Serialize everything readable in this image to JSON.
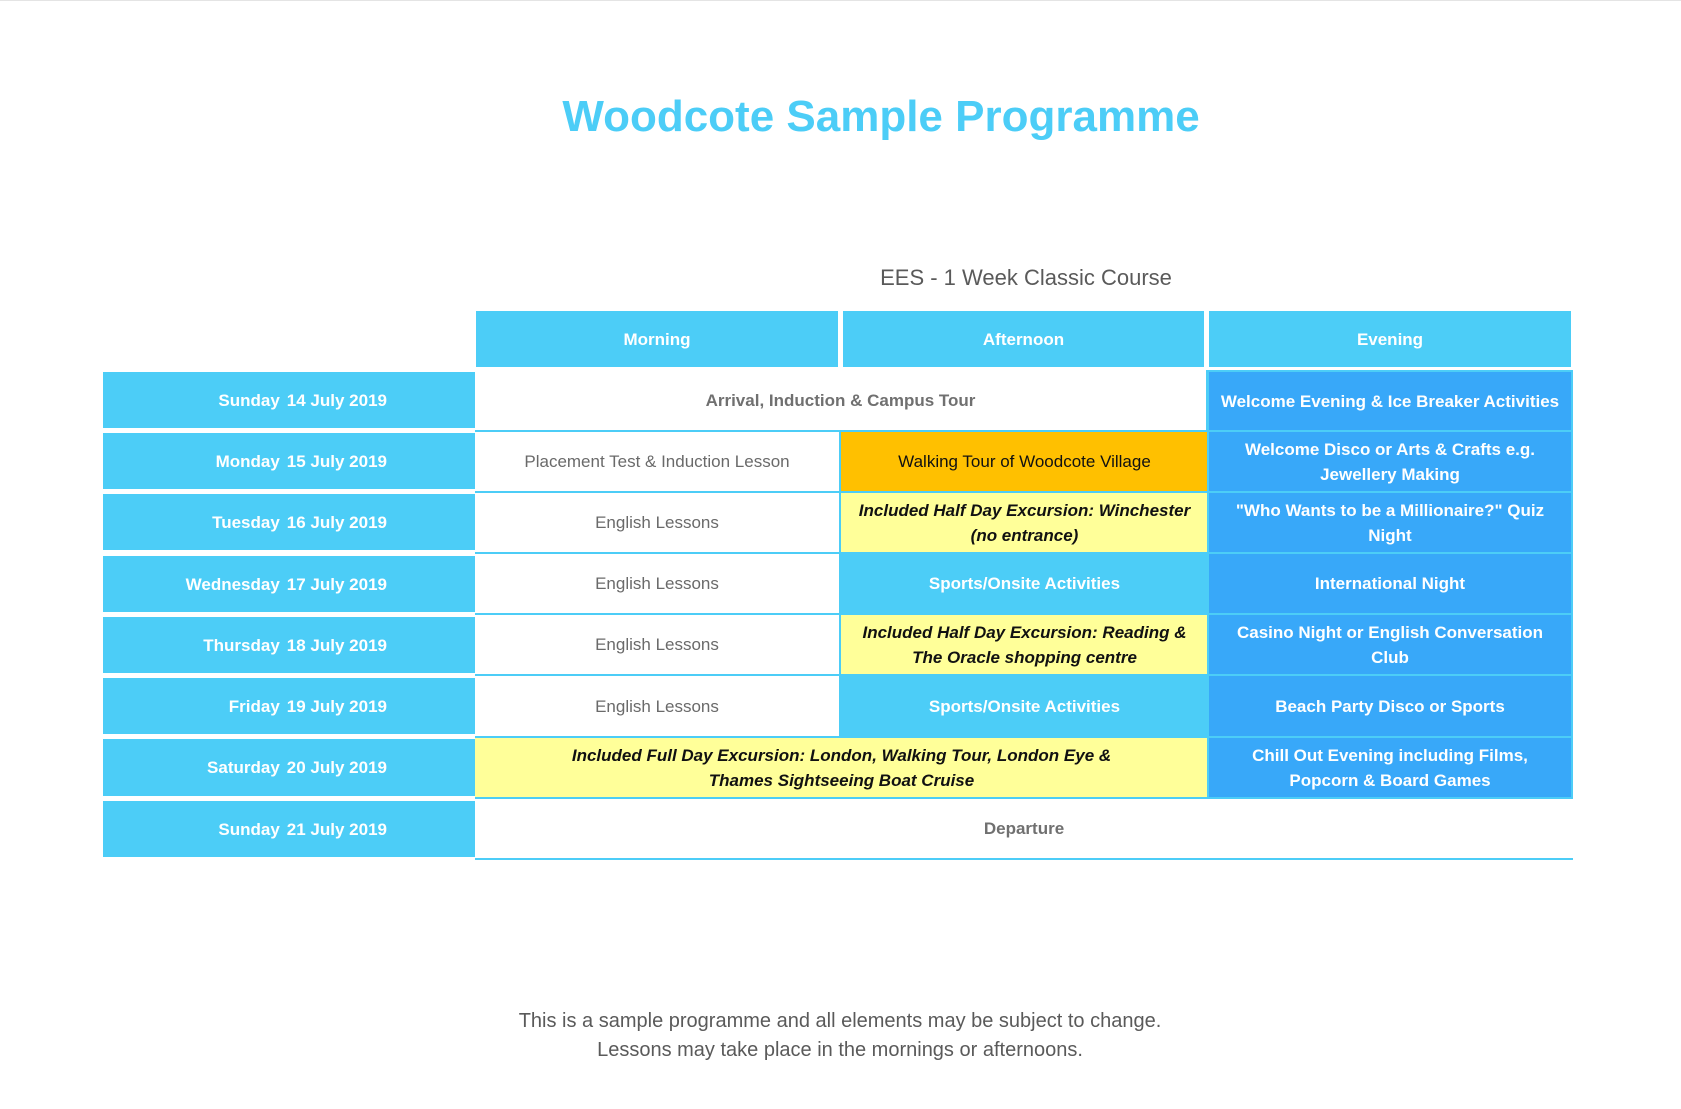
{
  "title": "Woodcote Sample Programme",
  "course_title": "EES - 1 Week Classic Course",
  "columns": [
    "Morning",
    "Afternoon",
    "Evening"
  ],
  "days": [
    {
      "day": "Sunday",
      "date": "14 July 2019"
    },
    {
      "day": "Monday",
      "date": "15 July 2019"
    },
    {
      "day": "Tuesday",
      "date": "16 July 2019"
    },
    {
      "day": "Wednesday",
      "date": "17 July 2019"
    },
    {
      "day": "Thursday",
      "date": "18 July 2019"
    },
    {
      "day": "Friday",
      "date": "19 July 2019"
    },
    {
      "day": "Saturday",
      "date": "20 July 2019"
    },
    {
      "day": "Sunday",
      "date": "21 July 2019"
    }
  ],
  "activities": {
    "sun14_morning_afternoon": "Arrival, Induction & Campus Tour",
    "sun14_evening": "Welcome Evening & Ice Breaker Activities",
    "mon15_morning": "Placement Test & Induction Lesson",
    "mon15_afternoon": "Walking Tour of Woodcote Village",
    "mon15_evening": "Welcome Disco or Arts & Crafts e.g. Jewellery Making",
    "tue16_morning": "English Lessons",
    "tue16_afternoon": "Included Half Day Excursion: Winchester (no entrance)",
    "tue16_evening": "\"Who Wants to be a Millionaire?\" Quiz Night",
    "wed17_morning": "English Lessons",
    "wed17_afternoon": "Sports/Onsite Activities",
    "wed17_evening": "International Night",
    "thu18_morning": "English Lessons",
    "thu18_afternoon": "Included Half Day Excursion: Reading & The Oracle shopping centre",
    "thu18_evening": "Casino Night or English Conversation Club",
    "fri19_morning": "English Lessons",
    "fri19_afternoon": "Sports/Onsite Activities",
    "fri19_evening": "Beach Party Disco or Sports",
    "sat20_morning_afternoon": "Included Full Day Excursion: London, Walking Tour, London Eye & Thames Sightseeing Boat Cruise",
    "sat20_evening": "Chill Out Evening including Films, Popcorn & Board Games",
    "sun21_all": "Departure"
  },
  "footer": {
    "line1": "This is a sample programme and all elements may be subject to change.",
    "line2": "Lessons may take place in the mornings or afternoons."
  },
  "colors": {
    "accent": "#4ccdf7",
    "evening_blue": "#38a8f9",
    "orange": "#ffc000",
    "yellow": "#ffff99"
  }
}
